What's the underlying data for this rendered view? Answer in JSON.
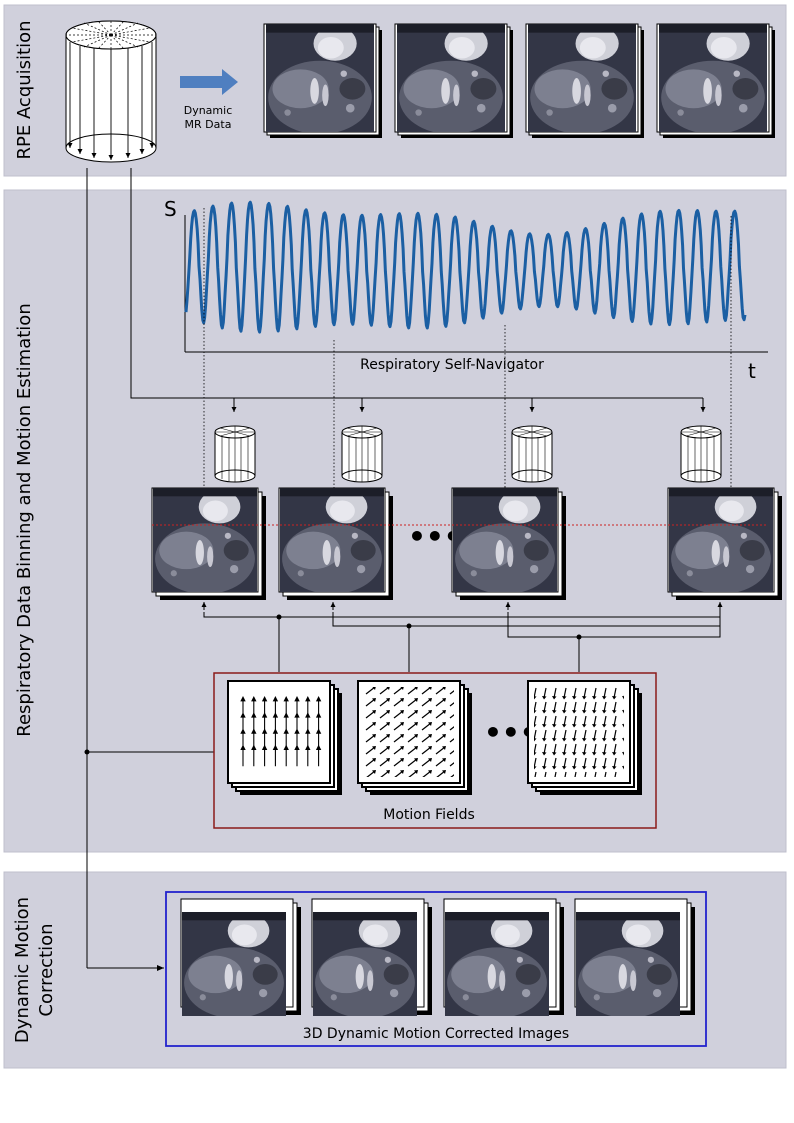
{
  "sections": {
    "acquisition": "RPE Acquisition",
    "binning": "Respiratory Data Binning and Motion Estimation",
    "correction_line1": "Dynamic Motion",
    "correction_line2": "Correction"
  },
  "acquisition": {
    "arrow_label_line1": "Dynamic",
    "arrow_label_line2": "MR Data"
  },
  "navigator": {
    "y_axis": "S",
    "x_axis": "t",
    "caption": "Respiratory Self-Navigator",
    "signal_color": "#1b5fa3"
  },
  "motion_fields": {
    "caption": "Motion Fields",
    "box_color": "#8b1a1a"
  },
  "corrected": {
    "caption": "3D Dynamic Motion Corrected Images",
    "box_color": "#2222cc"
  },
  "colors": {
    "panel": "#d0d0dc",
    "arrow": "#4f7fc0",
    "midline": "#cc2222"
  }
}
